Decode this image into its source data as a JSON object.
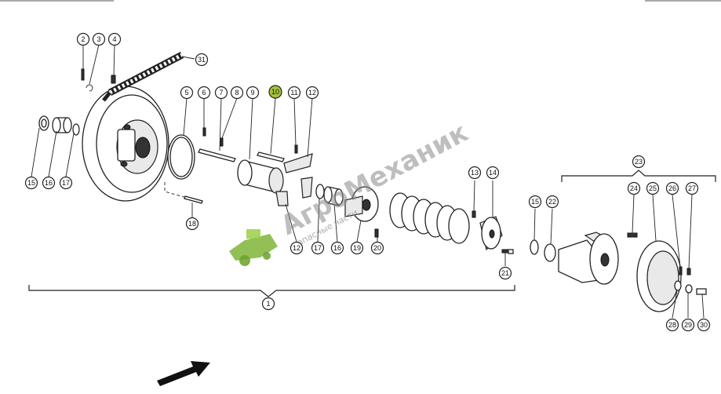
{
  "callouts": {
    "c1": "1",
    "c2": "2",
    "c3": "3",
    "c4": "4",
    "c5": "5",
    "c6": "6",
    "c7": "7",
    "c8": "8",
    "c9": "9",
    "c10": "10",
    "c11": "11",
    "c12": "12",
    "c13": "13",
    "c14": "14",
    "c15": "15",
    "c16": "16",
    "c17": "17",
    "c18": "18",
    "c19": "19",
    "c20": "20",
    "c21": "21",
    "c22": "22",
    "c23": "23",
    "c24": "24",
    "c25": "25",
    "c26": "26",
    "c27": "27",
    "c28": "28",
    "c29": "29",
    "c30": "30",
    "c31": "31"
  },
  "highlight_color": "#a6c23a",
  "watermark": {
    "brand": "АгроМеханик",
    "tagline": "запасные части"
  }
}
